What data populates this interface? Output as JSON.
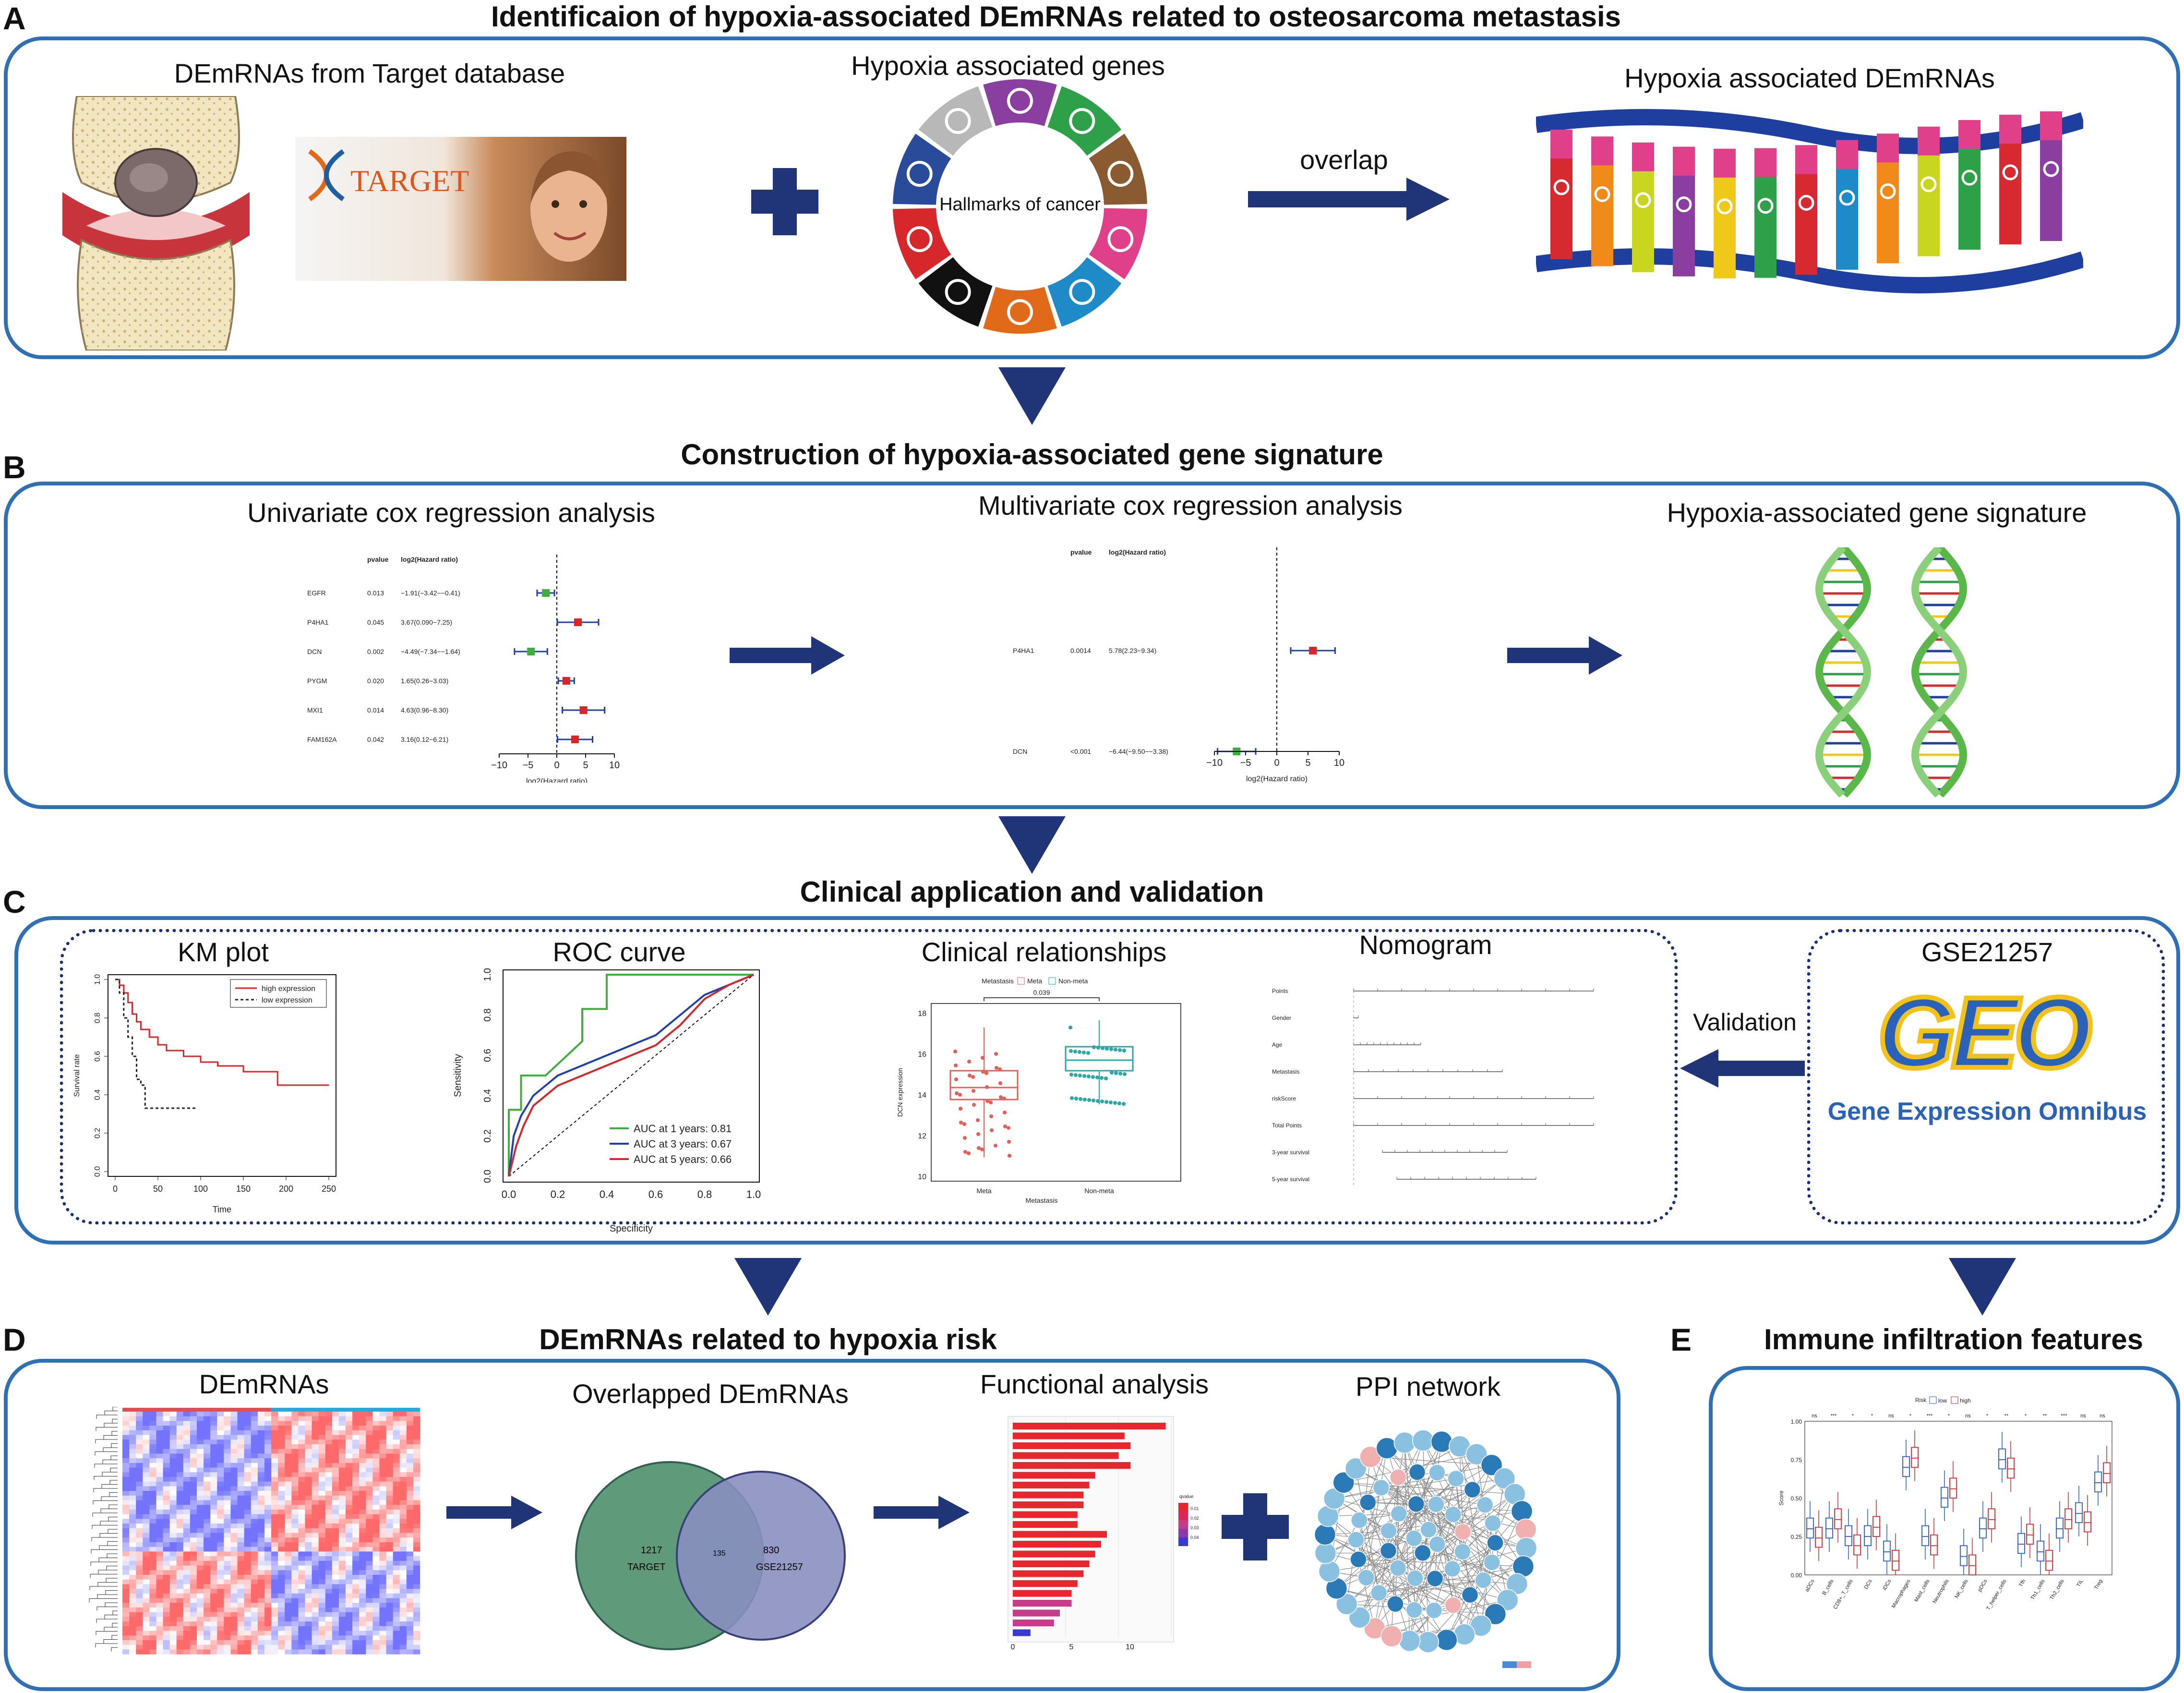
{
  "sections": {
    "A": {
      "letter": "A",
      "title": "Identificaion of hypoxia-associated DEmRNAs related to osteosarcoma metastasis",
      "left_label": "DEmRNAs from Target database",
      "target_logo": "TARGET",
      "mid_label": "Hypoxia associated genes",
      "hallmarks": "Hallmarks of cancer",
      "arrow_label": "overlap",
      "right_label": "Hypoxia associated DEmRNAs"
    },
    "B": {
      "letter": "B",
      "title": "Construction of hypoxia-associated gene signature",
      "uni_label": "Univariate  cox regression analysis",
      "multi_label": "Multivariate  cox regression analysis",
      "sig_label": "Hypoxia-associated gene signature"
    },
    "C": {
      "letter": "C",
      "title": "Clinical application and validation",
      "km": "KM plot",
      "roc": "ROC curve",
      "clin": "Clinical relationships",
      "nomo": "Nomogram",
      "gse": "GSE21257",
      "validation": "Validation",
      "geo_logo": "GEO",
      "geo_sub": "Gene Expression Omnibus"
    },
    "D": {
      "letter": "D",
      "title": "DEmRNAs related to hypoxia risk",
      "demrnas": "DEmRNAs",
      "overlap": "Overlapped DEmRNAs",
      "func": "Functional analysis",
      "ppi": "PPI network",
      "venn_left": "1217",
      "venn_left_name": "TARGET",
      "venn_mid": "135",
      "venn_right": "830",
      "venn_right_name": "GSE21257"
    },
    "E": {
      "letter": "E",
      "title": "Immune infiltration features",
      "legend_title": "Risk",
      "legend_low": "low",
      "legend_high": "high",
      "ylabel": "Score"
    }
  },
  "forest_uni": {
    "header_p": "pvalue",
    "header_hr": "log2(Hazard ratio)",
    "xlabel": "log2(Hazard ratio)",
    "ticks": [
      "−10",
      "−5",
      "0",
      "5",
      "10"
    ],
    "rows": [
      {
        "gene": "EGFR",
        "p": "0.013",
        "hr": "−1.91(−3.42−−0.41)",
        "est": -1.91,
        "lo": -3.42,
        "hi": -0.41,
        "color": "#3fae3f"
      },
      {
        "gene": "P4HA1",
        "p": "0.045",
        "hr": "3.67(0.090−7.25)",
        "est": 3.67,
        "lo": 0.09,
        "hi": 7.25,
        "color": "#d62728"
      },
      {
        "gene": "DCN",
        "p": "0.002",
        "hr": "−4.49(−7.34−−1.64)",
        "est": -4.49,
        "lo": -7.34,
        "hi": -1.64,
        "color": "#3fae3f"
      },
      {
        "gene": "PYGM",
        "p": "0.020",
        "hr": "1.65(0.26−3.03)",
        "est": 1.65,
        "lo": 0.26,
        "hi": 3.03,
        "color": "#d62728"
      },
      {
        "gene": "MXI1",
        "p": "0.014",
        "hr": "4.63(0.96−8.30)",
        "est": 4.63,
        "lo": 0.96,
        "hi": 8.3,
        "color": "#d62728"
      },
      {
        "gene": "FAM162A",
        "p": "0.042",
        "hr": "3.16(0.12−6.21)",
        "est": 3.16,
        "lo": 0.12,
        "hi": 6.21,
        "color": "#d62728"
      }
    ]
  },
  "forest_multi": {
    "header_p": "pvalue",
    "header_hr": "log2(Hazard ratio)",
    "xlabel": "log2(Hazard ratio)",
    "ticks": [
      "−10",
      "−5",
      "0",
      "5",
      "10"
    ],
    "rows": [
      {
        "gene": "P4HA1",
        "p": "0.0014",
        "hr": "5.78(2.23−9.34)",
        "est": 5.78,
        "lo": 2.23,
        "hi": 9.34,
        "color": "#d62728"
      },
      {
        "gene": "DCN",
        "p": "<0.001",
        "hr": "−6.44(−9.50−−3.38)",
        "est": -6.44,
        "lo": -9.5,
        "hi": -3.38,
        "color": "#3fae3f"
      }
    ]
  },
  "chart_data": [
    {
      "type": "line",
      "title": "KM plot",
      "xlabel": "Time",
      "ylabel": "Survival rate",
      "xlim": [
        0,
        250
      ],
      "ylim": [
        0,
        1
      ],
      "xticks": [
        "0",
        "50",
        "100",
        "150",
        "200",
        "250"
      ],
      "yticks": [
        "0.0",
        "0.2",
        "0.4",
        "0.6",
        "0.8",
        "1.0"
      ],
      "legend": "top-right",
      "series": [
        {
          "name": "high expression",
          "style": "solid",
          "color": "#d62728",
          "x": [
            0,
            5,
            10,
            15,
            20,
            25,
            30,
            40,
            50,
            60,
            80,
            100,
            120,
            150,
            180,
            190,
            200,
            250
          ],
          "y": [
            1.0,
            0.97,
            0.93,
            0.88,
            0.82,
            0.78,
            0.74,
            0.7,
            0.66,
            0.63,
            0.6,
            0.57,
            0.55,
            0.52,
            0.52,
            0.45,
            0.45,
            0.45
          ]
        },
        {
          "name": "low expression",
          "style": "dashed",
          "color": "#222222",
          "x": [
            0,
            5,
            10,
            15,
            20,
            25,
            30,
            35,
            40,
            70,
            95
          ],
          "y": [
            1.0,
            0.93,
            0.8,
            0.7,
            0.6,
            0.48,
            0.45,
            0.33,
            0.33,
            0.33,
            0.33
          ]
        }
      ]
    },
    {
      "type": "line",
      "title": "ROC curve",
      "xlabel": "Specificity",
      "ylabel": "Sensitivity",
      "xlim": [
        0,
        1
      ],
      "ylim": [
        0,
        1
      ],
      "xticks": [
        "0.0",
        "0.2",
        "0.4",
        "0.6",
        "0.8",
        "1.0"
      ],
      "yticks": [
        "0.0",
        "0.2",
        "0.4",
        "0.6",
        "0.8",
        "1.0"
      ],
      "legend": "bottom-right",
      "series": [
        {
          "name": "AUC at 1 years: 0.81",
          "color": "#3fae3f",
          "x": [
            0,
            0,
            0.05,
            0.05,
            0.15,
            0.3,
            0.3,
            0.4,
            0.4,
            0.6,
            0.8,
            1
          ],
          "y": [
            0,
            0.33,
            0.33,
            0.5,
            0.5,
            0.67,
            0.83,
            0.83,
            1,
            1,
            1,
            1
          ]
        },
        {
          "name": "AUC at 3 years: 0.67",
          "color": "#1f3fb0",
          "x": [
            0,
            0.02,
            0.05,
            0.1,
            0.15,
            0.2,
            0.3,
            0.4,
            0.5,
            0.6,
            0.7,
            0.8,
            0.9,
            1
          ],
          "y": [
            0,
            0.2,
            0.3,
            0.4,
            0.45,
            0.5,
            0.55,
            0.6,
            0.65,
            0.7,
            0.8,
            0.9,
            0.95,
            1
          ]
        },
        {
          "name": "AUC at 5 years: 0.66",
          "color": "#d62728",
          "x": [
            0,
            0.03,
            0.06,
            0.1,
            0.15,
            0.2,
            0.3,
            0.4,
            0.5,
            0.6,
            0.7,
            0.8,
            0.9,
            1
          ],
          "y": [
            0,
            0.15,
            0.25,
            0.35,
            0.4,
            0.45,
            0.5,
            0.55,
            0.6,
            0.65,
            0.75,
            0.88,
            0.95,
            1
          ]
        }
      ]
    }
  ]
}
